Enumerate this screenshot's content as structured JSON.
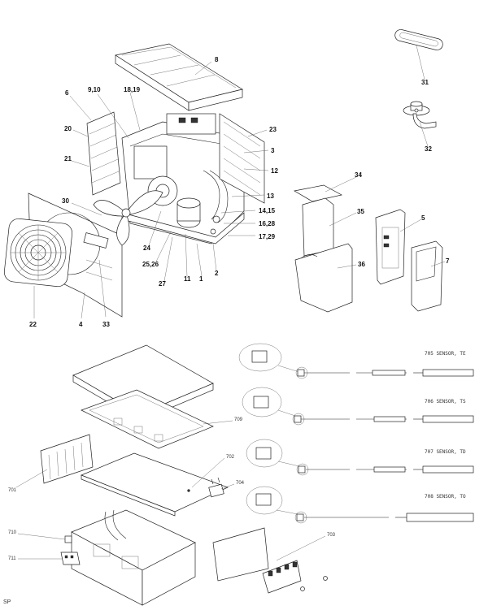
{
  "upper_labels": [
    "8",
    "9,10",
    "18,19",
    "6",
    "20",
    "21",
    "30",
    "22",
    "4",
    "33",
    "27",
    "11",
    "1",
    "2",
    "25,26",
    "24",
    "17,29",
    "16,28",
    "14,15",
    "13",
    "12",
    "3",
    "23",
    "31",
    "32",
    "34",
    "35",
    "36",
    "5",
    "7"
  ],
  "lower_labels": [
    "709",
    "701",
    "702",
    "704",
    "710",
    "711",
    "703"
  ],
  "sensors": [
    "705 SENSOR, TE",
    "706 SENSOR, TS",
    "707 SENSOR, TD",
    "708 SENSOR, TO"
  ],
  "footer": "SP"
}
